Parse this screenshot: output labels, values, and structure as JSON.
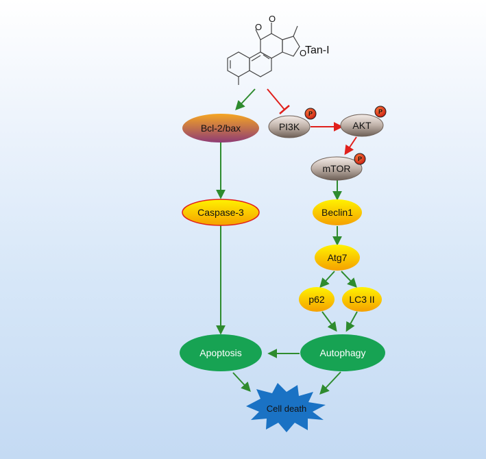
{
  "compound": {
    "name": "Tan-I"
  },
  "nodes": {
    "bcl2": "Bcl-2/bax",
    "caspase3": "Caspase-3",
    "pi3k": "PI3K",
    "akt": "AKT",
    "mtor": "mTOR",
    "beclin1": "Beclin1",
    "atg7": "Atg7",
    "p62": "p62",
    "lc3": "LC3 II",
    "apoptosis": "Apoptosis",
    "autophagy": "Autophagy",
    "celldeath": "Cell death"
  },
  "phospho_label": "P",
  "colors": {
    "activate": "#2e8b2e",
    "inhibit": "#e0201c",
    "green_node": "#17a353",
    "gray_node": "#8a7a70",
    "yellow_node": "#ffcc00",
    "burst": "#1a72c4"
  }
}
